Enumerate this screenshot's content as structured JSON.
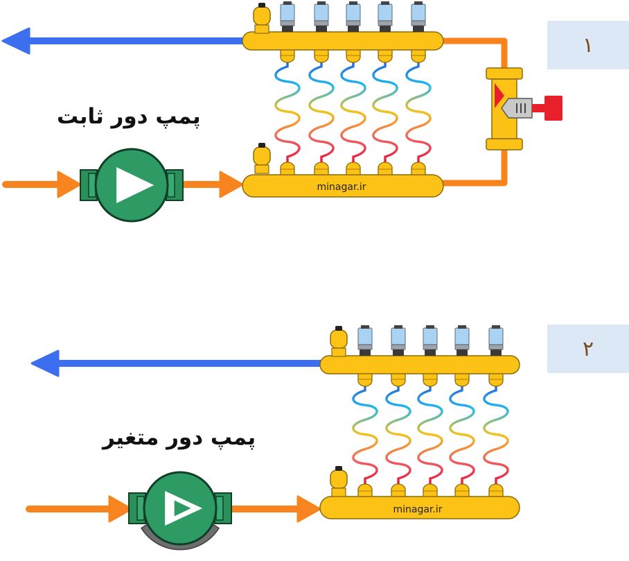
{
  "systems": [
    {
      "number": "۱",
      "pump_label": "پمپ دور ثابت",
      "watermark": "minagar.ir",
      "loops": 5,
      "bypass_valve": true,
      "variable_speed": false
    },
    {
      "number": "۲",
      "pump_label": "پمپ دور متغیر",
      "watermark": "minagar.ir",
      "loops": 5,
      "bypass_valve": false,
      "variable_speed": true
    }
  ],
  "colors": {
    "supply_pipe": "#f7841e",
    "return_pipe": "#3c6ff0",
    "manifold": "#fcc316",
    "manifold_stroke": "#8a6a08",
    "pump_body": "#2e9a64",
    "pump_flange": "#2b8f5a",
    "actuator": "#a9d2f3",
    "valve_handle": "#e8202a",
    "badge_bg": "#dde8f7",
    "badge_text": "#7a4a1c",
    "loop_gradient": [
      "#3058d8",
      "#20b8ee",
      "#f3c21a",
      "#f06060",
      "#e4103a"
    ]
  },
  "icons": {
    "pump": "pump-icon",
    "air_vent": "air-vent-icon",
    "actuator": "actuator-icon",
    "bypass_valve": "differential-bypass-valve-icon",
    "flow_arrow": "flow-arrow-icon"
  }
}
